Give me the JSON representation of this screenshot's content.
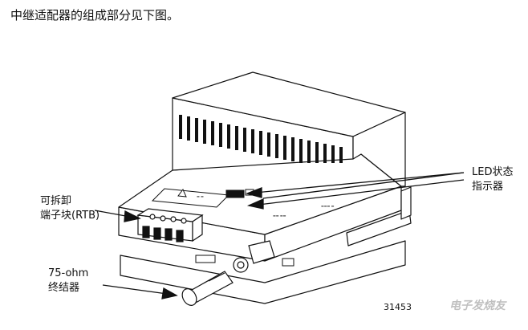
{
  "caption": "中继适配器的组成部分见下图。",
  "labels": {
    "led_line1": "LED状态",
    "led_line2": "指示器",
    "rtb_line1": "可拆卸",
    "rtb_line2": "端子块(RTB)",
    "term_line1": "75-ohm",
    "term_line2": "终结器"
  },
  "figure_number": "31453",
  "watermark": "电子发烧友"
}
